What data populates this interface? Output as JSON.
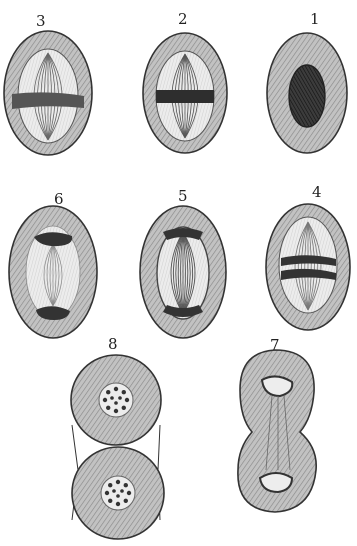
{
  "figure": {
    "labels": [
      "1",
      "2",
      "3",
      "4",
      "5",
      "6",
      "7",
      "8"
    ]
  },
  "colors": {
    "ink": "#2b2b2b",
    "cell_fill": "#b9b9b9",
    "cell_dark": "#7a7a7a",
    "interior": "#e4e4e4",
    "chromatin": "#3a3a3a"
  }
}
